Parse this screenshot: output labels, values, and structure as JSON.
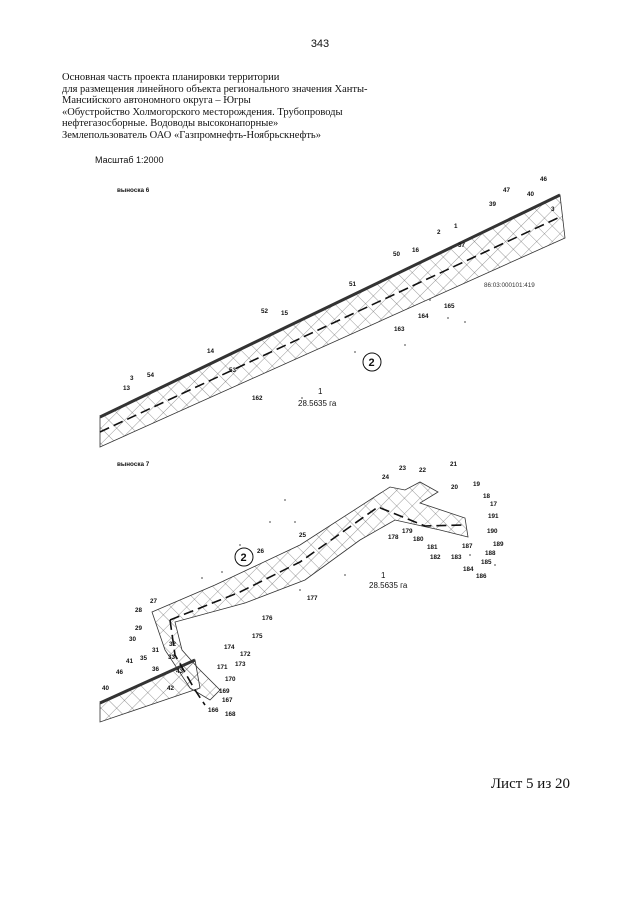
{
  "page_number": "343",
  "header": {
    "lines": [
      "Основная часть проекта планировки территории",
      "для размещения линейного объекта регионального значения Ханты-",
      "Мансийского автономного округа – Югры",
      "«Обустройство Холмогорского месторождения. Трубопроводы",
      "нефтегазосборные. Водоводы высоконапорные»",
      "Землепользователь ОАО «Газпромнефть-Ноябрьскнефть»"
    ]
  },
  "scale_text": "Масштаб 1:2000",
  "inset6": {
    "title": "выноска 6",
    "zone_id": "2",
    "lot_id": "1",
    "area_text": "28.5635 га",
    "cadastral": "86:03:000101:419",
    "points": [
      "46",
      "47",
      "40",
      "39",
      "3",
      "2",
      "1",
      "37",
      "50",
      "16",
      "51",
      "165",
      "164",
      "163",
      "52",
      "15",
      "14",
      "53",
      "54",
      "3",
      "13",
      "162"
    ]
  },
  "inset7": {
    "title": "выноска 7",
    "zone_id": "2",
    "lot_id": "1",
    "area_text": "28.5635 га",
    "points": [
      "23",
      "22",
      "21",
      "24",
      "20",
      "19",
      "18",
      "17",
      "191",
      "190",
      "189",
      "188",
      "185",
      "187",
      "186",
      "184",
      "183",
      "182",
      "181",
      "180",
      "179",
      "178",
      "177",
      "176",
      "175",
      "174",
      "172",
      "173",
      "171",
      "170",
      "169",
      "167",
      "166",
      "168",
      "25",
      "26",
      "27",
      "28",
      "29",
      "30",
      "31",
      "32",
      "33",
      "35",
      "36",
      "41",
      "43",
      "46",
      "40",
      "42"
    ]
  },
  "sheet_label": "Лист 5 из 20"
}
